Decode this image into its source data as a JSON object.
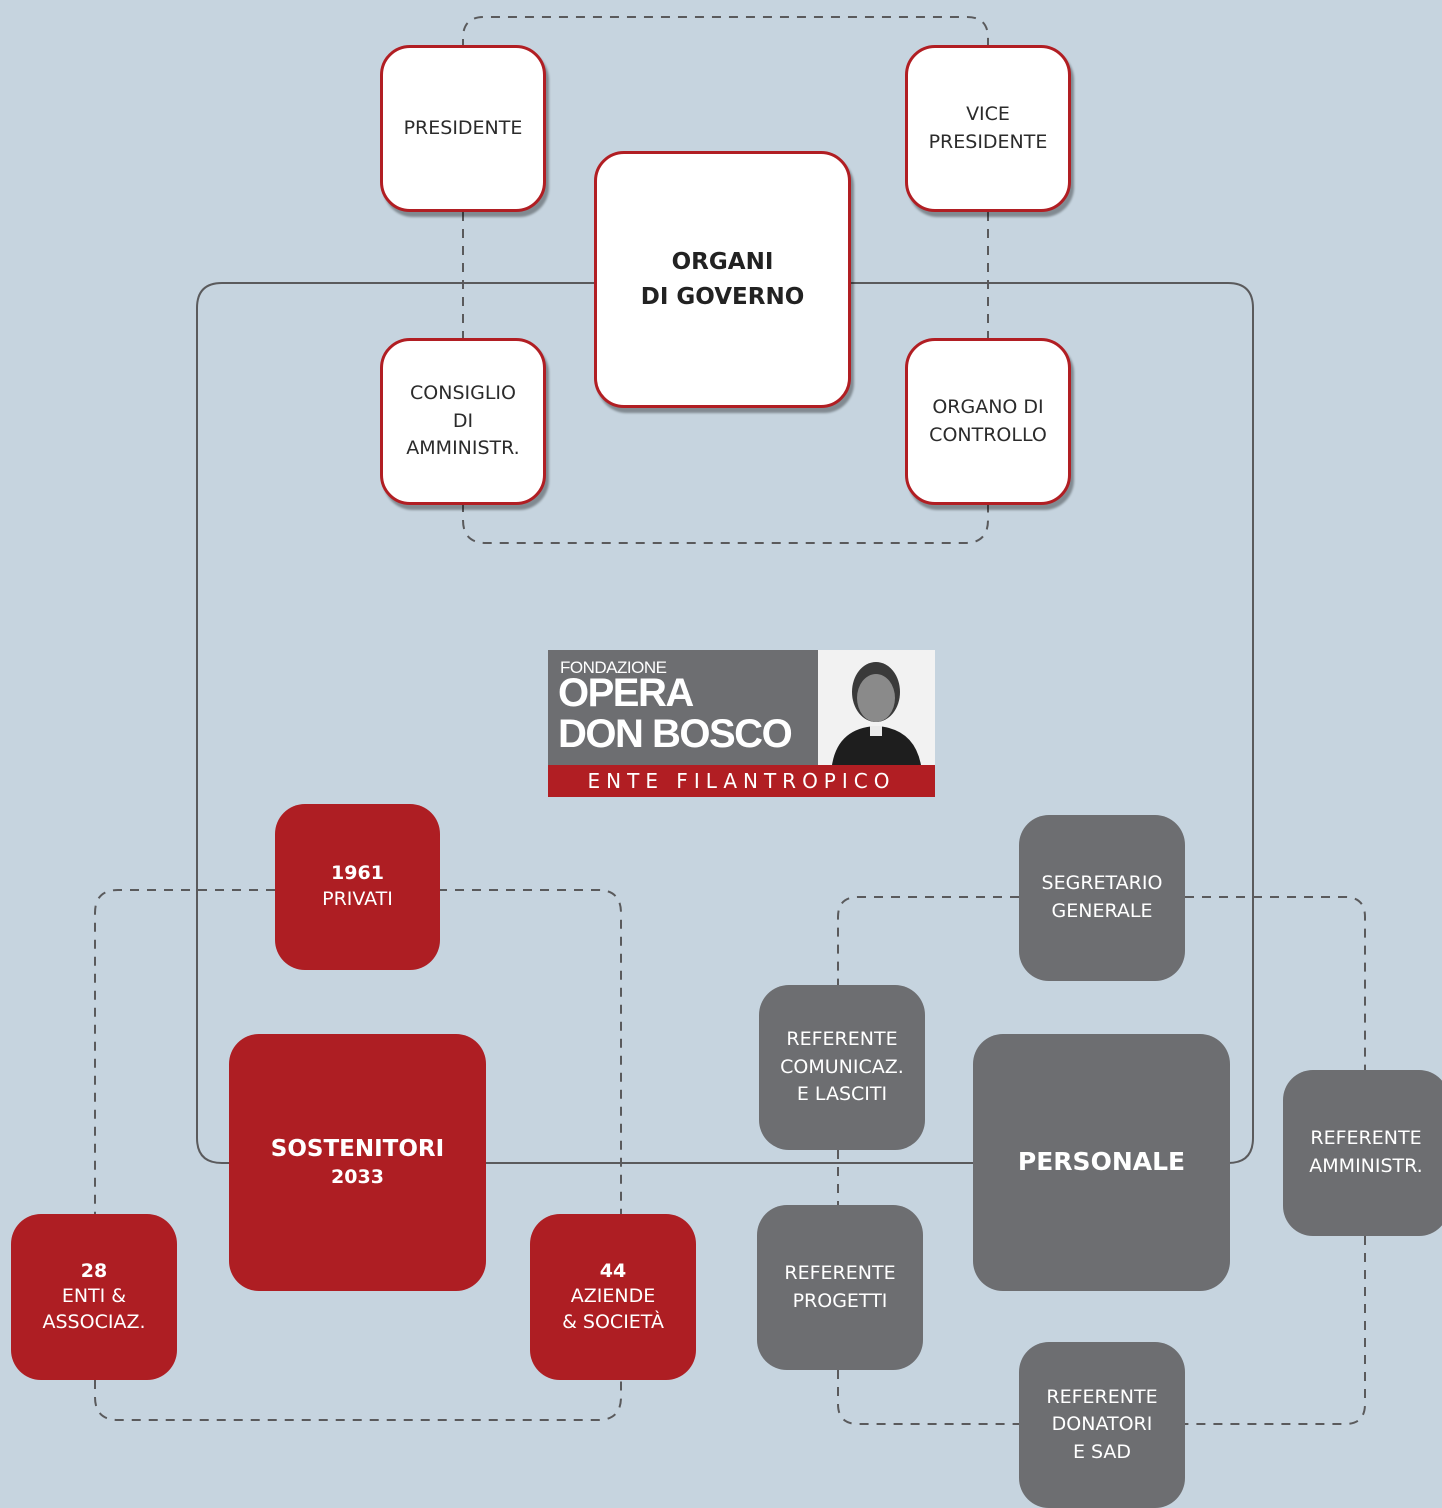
{
  "governance": {
    "title_line1": "ORGANI",
    "title_line2": "DI GOVERNO",
    "president": "PRESIDENTE",
    "vice_line1": "VICE",
    "vice_line2": "PRESIDENTE",
    "board_line1": "CONSIGLIO",
    "board_line2": "DI",
    "board_line3": "AMMINISTR.",
    "control_line1": "ORGANO DI",
    "control_line2": "CONTROLLO"
  },
  "logo": {
    "small": "FONDAZIONE",
    "line1": "OPERA",
    "line2": "DON BOSCO",
    "band": "ENTE FILANTROPICO"
  },
  "supporters": {
    "title": "SOSTENITORI",
    "total": "2033",
    "private_num": "1961",
    "private_label": "PRIVATI",
    "entities_num": "28",
    "entities_line1": "ENTI &",
    "entities_line2": "ASSOCIAZ.",
    "companies_num": "44",
    "companies_line1": "AZIENDE",
    "companies_line2": "& SOCIETÀ"
  },
  "staff": {
    "title": "PERSONALE",
    "secretary_line1": "SEGRETARIO",
    "secretary_line2": "GENERALE",
    "comms_line1": "REFERENTE",
    "comms_line2": "COMUNICAZ.",
    "comms_line3": "E LASCITI",
    "projects_line1": "REFERENTE",
    "projects_line2": "PROGETTI",
    "admin_line1": "REFERENTE",
    "admin_line2": "AMMINISTR.",
    "donors_line1": "REFERENTE",
    "donors_line2": "DONATORI",
    "donors_line3": "E SAD"
  },
  "colors": {
    "background": "#c6d4df",
    "red": "#ae1e23",
    "grey": "#6d6e71",
    "connector": "#5a5a5c"
  }
}
